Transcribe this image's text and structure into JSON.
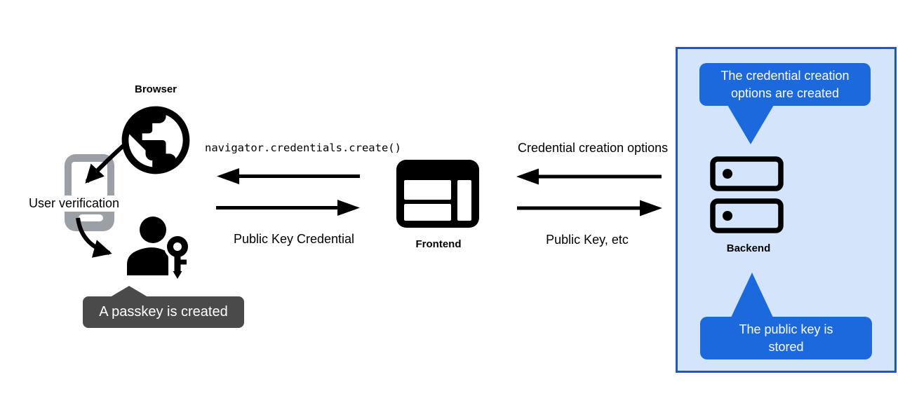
{
  "colors": {
    "bubble_blue": "#1b69dd",
    "panel_border": "#1659c7",
    "panel_bg": "#d4e4fb",
    "tooltip_bg": "#4a4a4a",
    "phone_gray": "#9aa0a6",
    "ink": "#000000"
  },
  "browser": {
    "label": "Browser",
    "user_verification": "User verification",
    "passkey_tooltip": "A passkey is created"
  },
  "frontend": {
    "label": "Frontend"
  },
  "backend": {
    "label": "Backend",
    "top_callout": "The credential creation options are created",
    "bottom_callout": "The public key is stored"
  },
  "messages": {
    "create_call": "navigator.credentials.create()",
    "public_key_credential": "Public Key Credential",
    "credential_creation_options": "Credential creation options",
    "public_key_etc": "Public Key, etc"
  }
}
